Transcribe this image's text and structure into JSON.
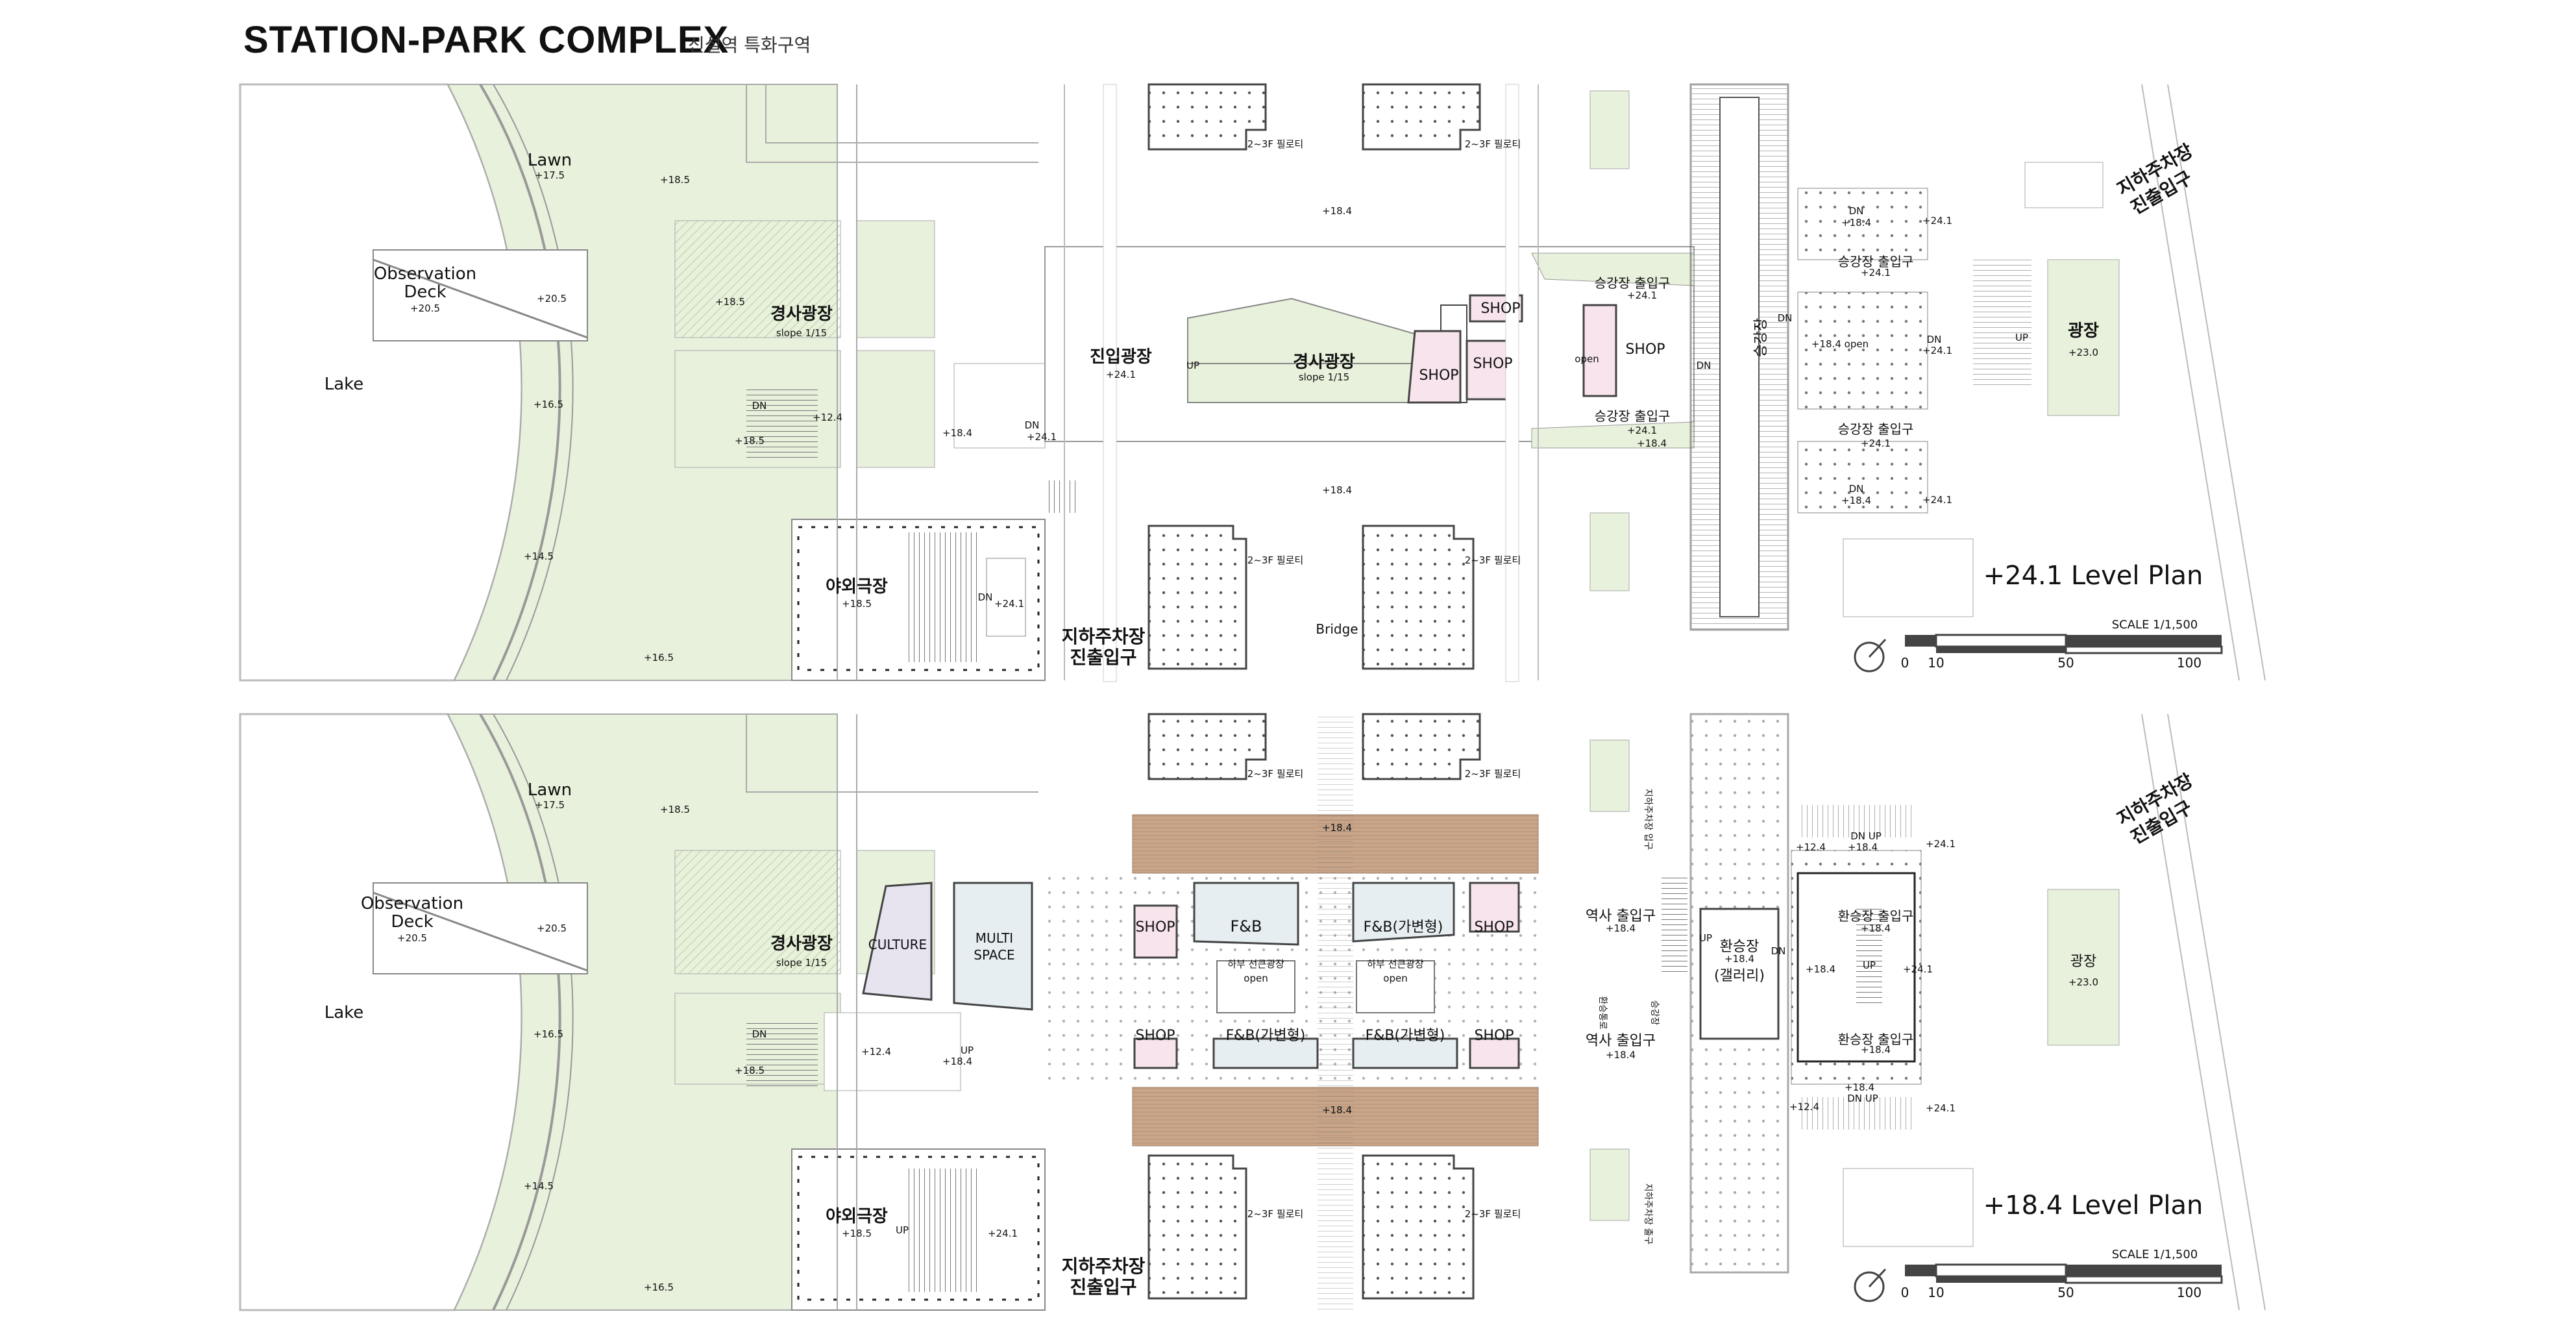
{
  "header": {
    "title": "STATION-PARK COMPLEX",
    "subtitle": "신설역 특화구역"
  },
  "colors": {
    "green": "#e8f1dc",
    "pink": "#f7e4ec",
    "blue": "#e6eef2",
    "lavender": "#e7e3ef",
    "brown": "#c8a488",
    "line": "#bdbdbd",
    "dark": "#333333"
  },
  "plans": [
    {
      "level_title": "+24.1 Level Plan",
      "scale": "SCALE 1/1,500",
      "scale_ticks": [
        "0",
        "10",
        "50",
        "100"
      ],
      "labels": {
        "lawn": "Lawn",
        "lawn_elev": "+17.5",
        "elev_185a": "+18.5",
        "obs1": "Observation",
        "obs2": "Deck",
        "obs_elev": "+20.5",
        "deck_elev": "+20.5",
        "lake": "Lake",
        "slope_plaza": "경사광장",
        "slope1": "slope 1/15",
        "elev_185b": "+18.5",
        "elev_165": "+16.5",
        "elev_145": "+14.5",
        "elev_165b": "+16.5",
        "dn1": "DN",
        "elev_124": "+12.4",
        "elev_185c": "+18.5",
        "elev_184a": "+18.4",
        "dn2": "DN",
        "elev_241a": "+24.1",
        "theater": "야외극장",
        "theater_elev": "+18.5",
        "theater_dn": "DN",
        "theater_241": "+24.1",
        "parking1": "지하주차장",
        "parking2": "진출입구",
        "entry_plaza": "진입광장",
        "entry_elev": "+24.1",
        "up1": "UP",
        "slope_plaza2": "경사광장",
        "slope2": "slope 1/15",
        "elev_184b": "+18.4",
        "elev_184c": "+18.4",
        "piloti1": "2~3F 필로티",
        "piloti2": "2~3F 필로티",
        "piloti3": "2~3F 필로티",
        "piloti4": "2~3F 필로티",
        "bridge": "Bridge",
        "shop1": "SHOP",
        "shop2": "SHOP",
        "shop3": "SHOP",
        "shop4": "SHOP",
        "open": "open",
        "platform_exit1": "승강장 출입구",
        "exit1_elev": "+24.1",
        "platform_exit2": "승강장 출입구",
        "exit2_elev": "+24.1",
        "elev_184d": "+18.4",
        "platform_v": "승강장",
        "dn_v": "DN",
        "dn_v2": "DN",
        "r_dn1": "DN",
        "r_184a": "+18.4",
        "r_241a": "+24.1",
        "r_exit1": "승강장 출입구",
        "r_exit1_elev": "+24.1",
        "r_184open": "+18.4 open",
        "r_dn2": "DN",
        "r_241b": "+24.1",
        "r_exit2": "승강장 출입구",
        "r_exit2_elev": "+24.1",
        "r_dn3": "DN",
        "r_184b": "+18.4",
        "r_241c": "+24.1",
        "up_r": "UP",
        "square": "광장",
        "square_elev": "+23.0",
        "parking_r1": "지하주차장",
        "parking_r2": "진출입구"
      }
    },
    {
      "level_title": "+18.4 Level Plan",
      "scale": "SCALE 1/1,500",
      "scale_ticks": [
        "0",
        "10",
        "50",
        "100"
      ],
      "labels": {
        "lawn": "Lawn",
        "lawn_elev": "+17.5",
        "elev_185a": "+18.5",
        "obs1": "Observation",
        "obs2": "Deck",
        "obs_elev": "+20.5",
        "deck_elev": "+20.5",
        "lake": "Lake",
        "slope_plaza": "경사광장",
        "slope1": "slope 1/15",
        "elev_165": "+16.5",
        "elev_185b": "+18.5",
        "elev_145": "+14.5",
        "elev_165b": "+16.5",
        "culture": "CULTURE",
        "multi1": "MULTI",
        "multi2": "SPACE",
        "dn1": "DN",
        "elev_124": "+12.4",
        "up1": "UP",
        "elev_184a": "+18.4",
        "theater": "야외극장",
        "theater_elev": "+18.5",
        "theater_up": "UP",
        "theater_241": "+24.1",
        "parking1": "지하주차장",
        "parking2": "진출입구",
        "piloti1": "2~3F 필로티",
        "piloti2": "2~3F 필로티",
        "piloti3": "2~3F 필로티",
        "piloti4": "2~3F 필로티",
        "deck_top": "+18.4",
        "deck_bottom": "+18.4",
        "shop1": "SHOP",
        "fb1": "F&B",
        "fb2": "F&B(가변형)",
        "shop2": "SHOP",
        "sunken1": "하부 선큰광장",
        "open1": "open",
        "sunken2": "하부 선큰광장",
        "open2": "open",
        "shop3": "SHOP",
        "fb3": "F&B(가변형)",
        "fb4": "F&B(가변형)",
        "shop4": "SHOP",
        "station_exit1": "역사 출입구",
        "se1_elev": "+18.4",
        "station_exit2": "역사 출입구",
        "se2_elev": "+18.4",
        "v_exit1": "지하주차장 입구",
        "v_exit2": "지하주차장 출구",
        "v_station": "환승통로",
        "v_gate": "승강장",
        "transfer": "환승장",
        "transfer_elev": "+18.4",
        "gallery": "(갤러리)",
        "up_a": "UP",
        "dn_a": "DN",
        "r_dnup1": "DN UP",
        "r_184a": "+18.4",
        "r_124a": "+12.4",
        "r_241a": "+24.1",
        "tr_exit1": "환승장 출입구",
        "tr1_elev": "+18.4",
        "r_184b": "+18.4",
        "r_up": "UP",
        "r_241b": "+24.1",
        "tr_exit2": "환승장 출입구",
        "tr2_elev": "+18.4",
        "r_184c": "+18.4",
        "r_dnup2": "DN UP",
        "r_124b": "+12.4",
        "r_241c": "+24.1",
        "square": "광장",
        "square_elev": "+23.0",
        "parking_r1": "지하주차장",
        "parking_r2": "진출입구"
      }
    }
  ]
}
